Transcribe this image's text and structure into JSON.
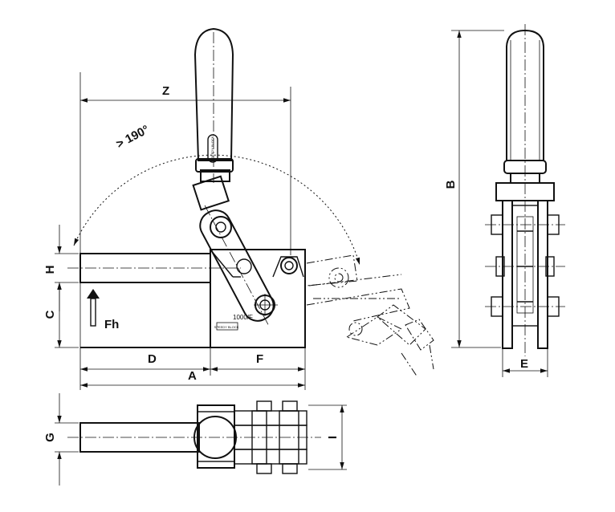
{
  "dimensions": {
    "Z": "Z",
    "A": "A",
    "B": "B",
    "C": "C",
    "D": "D",
    "E": "E",
    "F": "F",
    "G": "G",
    "H": "H",
    "I": "I"
  },
  "angle_label": "> 190°",
  "force_label": "Fh",
  "model_label": "1000/F",
  "brand_label": "SPEEDY BLOCK",
  "handle_label": "SPEEDY BLOCK"
}
